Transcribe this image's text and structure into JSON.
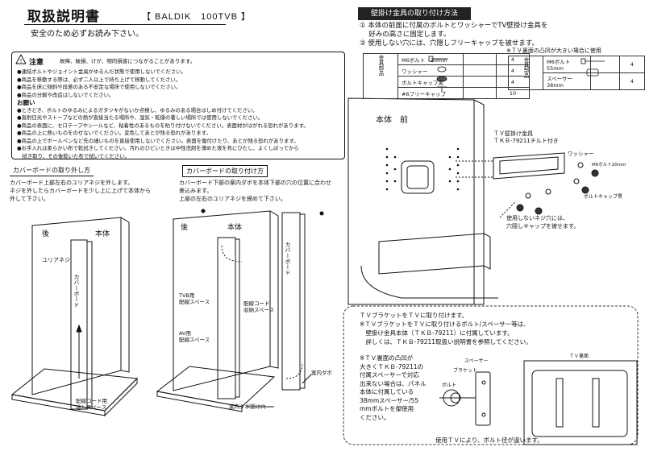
{
  "header": {
    "title": "取扱説明書",
    "model": "【 BALDIK　100TVB 】",
    "subtitle": "安全のため必ずお読み下さい。"
  },
  "caution": {
    "title": "注意",
    "note": "故障、破損、けが、物的損害につながることがあります。",
    "lines": [
      "●連結ボルトやジョイント金具がゆるんだ状態で使用しないでください。",
      "●商品を移動する際は、必ず二人以上で持ち上げて移動してください。",
      "●商品を床に傾斜や段差のある不安定な場所で使用しないでください。",
      "●商品の分解や改造はしないでください。"
    ],
    "request_title": "お願い",
    "request_lines": [
      "●ときどき、ボルトのゆるみによるガタツキがないか点検し、ゆるみのある場合はしめ付けてください。",
      "●直射日光やストーブなどの熱が直接当たる場所や、湿気・乾燥の著しい場所では使用しないでください。",
      "●商品の表面に、セロテープやシールなど、粘着性のあるものを貼り付けないでください。表面材がはがれる恐れがあります。",
      "●商品の上に熱いものをのせないでください。変色してあとが残る恐れがあります。",
      "●商品の上でボールペンなど先の細いものを直接使用しないでください。表面を傷付けたり、あとが残る恐れがあります。",
      "●お手入れは柔らかい布で乾拭きしてください。汚れのひどいときは中性洗剤を薄めた液を布にひたし、よくしぼってから",
      "　拭き取り、その後乾いた布で拭いてください。"
    ]
  },
  "remove_section": {
    "label": "カバーボードの取り外し方",
    "text": [
      "カバーボード上部左右のユリアネジを外します。",
      "ネジを外したらカバーボードを少し上に上げて本体から",
      "外して下さい。"
    ],
    "fig_back": "後",
    "fig_body": "本体",
    "fig_screw": "ユリアネジ",
    "fig_cover": "カバーボード",
    "fig_cable": [
      "配線コード用",
      "逃しスペース"
    ]
  },
  "attach_section": {
    "label": "カバーボードの取り付け方",
    "text": [
      "カバーボード下部の案内ダボを本体下部の穴の位置に合わせ",
      "差込みます。",
      "上部の左右のユリアネジを締めて下さい。"
    ],
    "fig_back": "後",
    "fig_body": "本体",
    "fig_tvb": [
      "TVB用",
      "配線スペース"
    ],
    "fig_cord": [
      "配線コード",
      "収納スペース"
    ],
    "fig_av": [
      "AV用",
      "配線スペース"
    ],
    "fig_cover": "カバーボード",
    "fig_dowel": "案内ダボ",
    "fig_hole": "案内ダボ受け穴"
  },
  "wall_bracket": {
    "banner": "壁掛け金具の取り付け方法",
    "steps": [
      "① 本体の前面に付属のボルトとワッシャーでTV壁掛け金具を",
      "　 好みの高さに固定します。",
      "② 使用しない穴には、穴隠しフリーキャップを被せます。"
    ],
    "parts_side": "金具部品",
    "parts": [
      {
        "name": "M6ボルト　20mm",
        "qty": "4"
      },
      {
        "name": "ワッシャー",
        "qty": "4"
      },
      {
        "name": "ボルトキャップ黒",
        "qty": "4"
      },
      {
        "name": "#6フリーキャップ",
        "qty": "10"
      }
    ],
    "note_large": "※ＴＶ裏面の凸凹が大きい場合に使用",
    "parts2_side": "金具部品",
    "parts2": [
      {
        "name": "M6ボルト　55mm",
        "qty": "4"
      },
      {
        "name": "スペーサー　38mm",
        "qty": "4"
      }
    ],
    "fig_front": "本体　前",
    "fig_bracket": [
      "ＴＶ壁掛け金具",
      "ＴＫＢ-79211チルト付き"
    ],
    "fig_washer": "ワッシャー",
    "fig_bolt": "M6ボルト20mm",
    "fig_cap": "ボルトキャップ黒",
    "fig_unused": [
      "使用しないネジ穴には、",
      "穴隠しキャップを被せます。"
    ]
  },
  "tv_bracket": {
    "lines": [
      "ＴＶブラケットをＴＶに取り付けます。",
      "※ＴＶブラケットをＴＶに取り付けるボルト/スペーサー等は、",
      "　壁掛け金具本体（ＴＫＢ-79211）に付属しています。",
      "　詳しくは、ＴＫＢ-79211取扱い説明書を参照してください。"
    ],
    "note": [
      "※ＴＶ裏面の凸凹が",
      "大きくＴＫＢ-79211の",
      "付属スペーサーで対応",
      "出来ない場合は、パネル",
      "本体に付属している",
      "38mmスペーサー/55",
      "mmボルトを御使用",
      "ください。"
    ],
    "fig_spacer": "スペーサー",
    "fig_bracket": "ブラケット",
    "fig_bolt": "ボルト",
    "fig_tvback": "ＴＶ裏面",
    "footer": "使用ＴＶにより、ボルト径が違います。"
  }
}
